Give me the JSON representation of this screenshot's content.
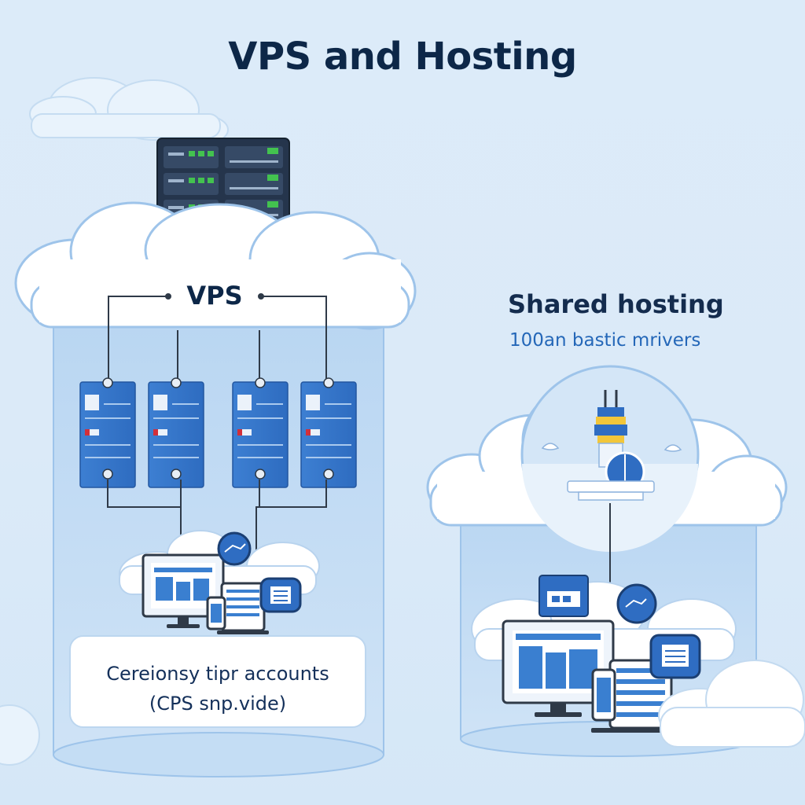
{
  "title": "VPS and Hosting",
  "vps": {
    "label": "VPS",
    "accounts_line1": "Cereionsy tipr accounts",
    "accounts_line2": "(CPS snp.vide)"
  },
  "shared": {
    "title": "Shared hosting",
    "subtitle": "100an bastic mrivers"
  },
  "colors": {
    "background": "#dcebf8",
    "title": "#0d2748",
    "accent_blue": "#3a7fd0",
    "subtitle_blue": "#2467b8",
    "server_dark": "#26364d",
    "server_green": "#3fbf4a"
  },
  "icons": [
    "cloud-icon",
    "server-rack-icon",
    "server-unit-icon",
    "monitor-icon",
    "tablet-icon",
    "phone-icon",
    "globe-icon",
    "lighthouse-icon"
  ]
}
